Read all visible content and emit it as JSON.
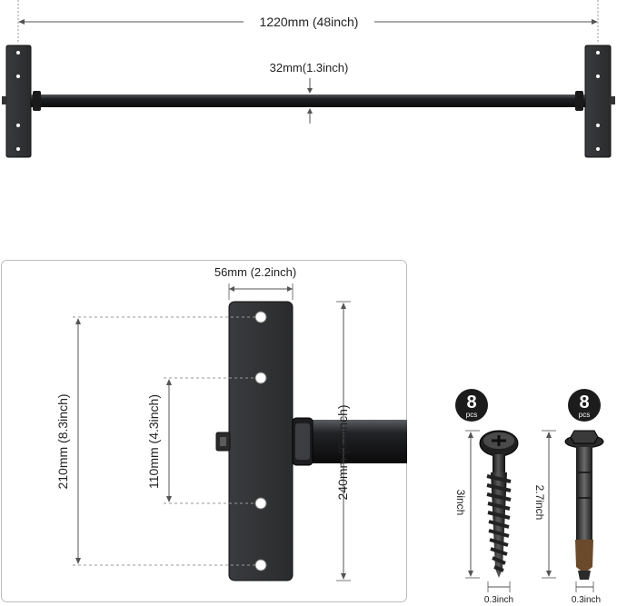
{
  "top": {
    "length_label": "1220mm (48inch)",
    "diameter_label": "32mm(1.3inch)"
  },
  "detail": {
    "width_label": "56mm (2.2inch)",
    "outer_hole_label": "210mm (8.3inch)",
    "inner_hole_label": "110mm (4.3inch)",
    "plate_height_label": "240mm (9.4inch)"
  },
  "screw": {
    "count": "8",
    "unit": "pcs",
    "length_label": "3inch",
    "width_label": "0.3inch"
  },
  "anchor": {
    "count": "8",
    "unit": "pcs",
    "length_label": "2.7inch",
    "width_label": "0.3inch"
  },
  "colors": {
    "metal": "#2b2b2d",
    "metal_edge": "#111113",
    "badge": "#1c1c1c"
  }
}
